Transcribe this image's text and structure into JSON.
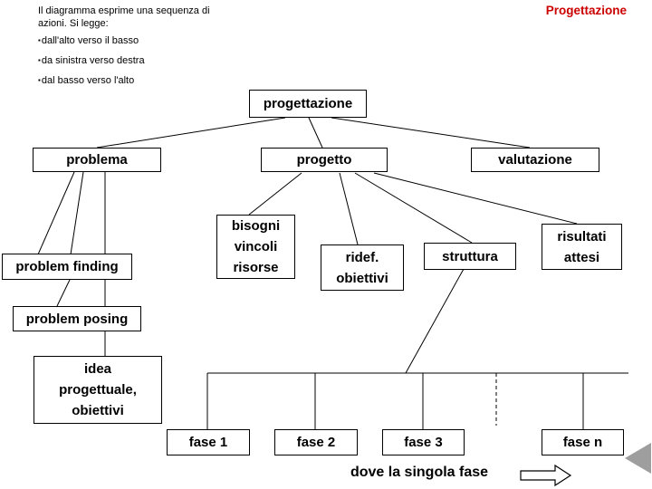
{
  "slide": {
    "title": "Progettazione",
    "intro_line1": "Il diagramma esprime una sequenza di",
    "intro_line2": "azioni. Si legge:",
    "bullet_char": "▪",
    "bullets": [
      "dall'alto verso il basso",
      "da sinistra verso destra",
      "dal basso verso l'alto"
    ],
    "caption": "dove la singola fase"
  },
  "colors": {
    "title_accent": "#cc0000",
    "nav_triangle": "#9e9e9e",
    "line": "#000000",
    "box_fill": "#ffffff"
  },
  "diagram": {
    "nodes": {
      "progettazione": {
        "label": "progettazione"
      },
      "problema": {
        "label": "problema"
      },
      "progetto": {
        "label": "progetto"
      },
      "valutazione": {
        "label": "valutazione"
      },
      "bisogni": {
        "label": "bisogni\nvincoli\nrisorse"
      },
      "problem_finding": {
        "label": "problem finding"
      },
      "ridef": {
        "label": "ridef.\nobiettivi"
      },
      "struttura": {
        "label": "struttura"
      },
      "risultati": {
        "label": "risultati\nattesi"
      },
      "problem_posing": {
        "label": "problem posing"
      },
      "idea": {
        "label": "idea\nprogettuale,\nobiettivi"
      },
      "fase1": {
        "label": "fase 1"
      },
      "fase2": {
        "label": "fase 2"
      },
      "fase3": {
        "label": "fase 3"
      },
      "fasen": {
        "label": "fase n"
      }
    },
    "edges": [
      {
        "from": "progettazione",
        "to": "problema"
      },
      {
        "from": "progettazione",
        "to": "progetto"
      },
      {
        "from": "progettazione",
        "to": "valutazione"
      },
      {
        "from": "problema",
        "to": "problem_finding"
      },
      {
        "from": "problema",
        "to": "problem_posing"
      },
      {
        "from": "problem_finding",
        "to": "problem_posing"
      },
      {
        "from": "problem_posing",
        "to": "idea"
      },
      {
        "from": "progetto",
        "to": "bisogni"
      },
      {
        "from": "progetto",
        "to": "ridef"
      },
      {
        "from": "progetto",
        "to": "struttura"
      },
      {
        "from": "progetto",
        "to": "risultati"
      },
      {
        "from": "struttura",
        "to": "fasi_bar"
      },
      {
        "from": "fasi_bar",
        "to": "fase1"
      },
      {
        "from": "fasi_bar",
        "to": "fase2"
      },
      {
        "from": "fasi_bar",
        "to": "fase3"
      },
      {
        "from": "fasi_bar",
        "to": "fasen"
      }
    ]
  }
}
